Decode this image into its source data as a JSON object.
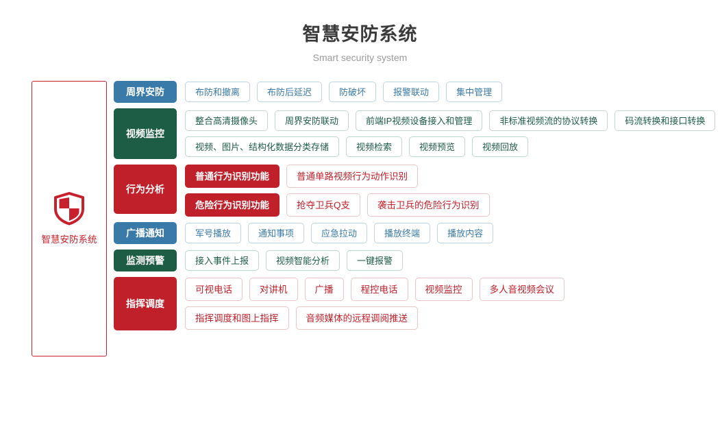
{
  "header": {
    "title": "智慧安防系统",
    "subtitle": "Smart security system"
  },
  "brand": {
    "icon": "shield-icon",
    "label": "智慧安防系统",
    "color": "#c8202c"
  },
  "colors": {
    "blue": "#3a7aa8",
    "green": "#1d5c45",
    "red": "#bf202a",
    "blue_border": "#bcd3e4",
    "green_border": "#bcd8cb",
    "red_border": "#ecc3c6",
    "title": "#3a3a3a",
    "subtitle": "#9a9a9a"
  },
  "categories": [
    {
      "label": "周界安防",
      "theme": "blue",
      "lines": [
        [
          {
            "label": "布防和撤离",
            "style": "blue"
          },
          {
            "label": "布防后延迟",
            "style": "blue"
          },
          {
            "label": "防破坏",
            "style": "blue"
          },
          {
            "label": "报警联动",
            "style": "blue"
          },
          {
            "label": "集中管理",
            "style": "blue"
          }
        ]
      ]
    },
    {
      "label": "视频监控",
      "theme": "green",
      "lines": [
        [
          {
            "label": "整合高清摄像头",
            "style": "green"
          },
          {
            "label": "周界安防联动",
            "style": "green"
          },
          {
            "label": "前端IP视频设备接入和管理",
            "style": "green"
          },
          {
            "label": "非标准视频流的协议转换",
            "style": "green"
          },
          {
            "label": "码流转换和接口转换",
            "style": "green"
          }
        ],
        [
          {
            "label": "视频、图片、结构化数据分类存储",
            "style": "green"
          },
          {
            "label": "视频检索",
            "style": "green"
          },
          {
            "label": "视频预览",
            "style": "green"
          },
          {
            "label": "视频回放",
            "style": "green"
          }
        ]
      ]
    },
    {
      "label": "行为分析",
      "theme": "red",
      "lines": [
        [
          {
            "label": "普通行为识别功能",
            "style": "red-fill"
          },
          {
            "label": "普通单路视频行为动作识别",
            "style": "red"
          }
        ],
        [
          {
            "label": "危险行为识别功能",
            "style": "red-fill"
          },
          {
            "label": "抢夺卫兵Q支",
            "style": "red"
          },
          {
            "label": "袭击卫兵的危险行为识别",
            "style": "red"
          }
        ]
      ]
    },
    {
      "label": "广播通知",
      "theme": "blue",
      "lines": [
        [
          {
            "label": "军号播放",
            "style": "blue"
          },
          {
            "label": "通知事项",
            "style": "blue"
          },
          {
            "label": "应急拉动",
            "style": "blue"
          },
          {
            "label": "播放终端",
            "style": "blue"
          },
          {
            "label": "播放内容",
            "style": "blue"
          }
        ]
      ]
    },
    {
      "label": "监测预警",
      "theme": "green",
      "lines": [
        [
          {
            "label": "接入事件上报",
            "style": "green"
          },
          {
            "label": "视频智能分析",
            "style": "green"
          },
          {
            "label": "一键报警",
            "style": "green"
          }
        ]
      ]
    },
    {
      "label": "指挥调度",
      "theme": "red",
      "lines": [
        [
          {
            "label": "可视电话",
            "style": "red"
          },
          {
            "label": "对讲机",
            "style": "red"
          },
          {
            "label": "广播",
            "style": "red"
          },
          {
            "label": "程控电话",
            "style": "red"
          },
          {
            "label": "视频监控",
            "style": "red"
          },
          {
            "label": "多人音视频会议",
            "style": "red"
          }
        ],
        [
          {
            "label": "指挥调度和图上指挥",
            "style": "red"
          },
          {
            "label": "音频媒体的远程调阅推送",
            "style": "red"
          }
        ]
      ]
    }
  ]
}
